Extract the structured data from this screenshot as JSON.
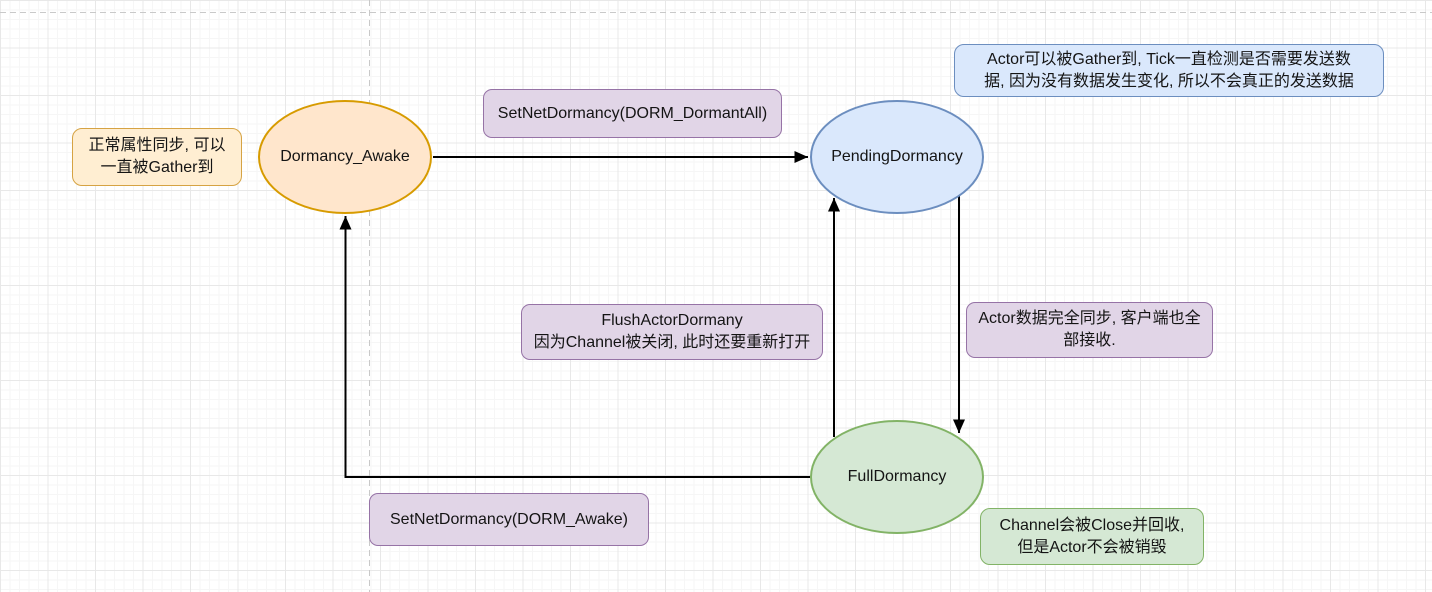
{
  "nodes": {
    "awake": {
      "label": "Dormancy_Awake",
      "fill": "#ffe6cc",
      "stroke": "#d79b00"
    },
    "pending": {
      "label": "PendingDormancy",
      "fill": "#dae8fc",
      "stroke": "#6c8ebf"
    },
    "full": {
      "label": "FullDormancy",
      "fill": "#d5e8d4",
      "stroke": "#82b366"
    }
  },
  "edges": {
    "awake_to_pending": {
      "label": "SetNetDormancy(DORM_DormantAll)"
    },
    "pending_to_full": {
      "label": "Actor数据完全同步, 客户端也全\n部接收."
    },
    "full_to_pending": {
      "label": "FlushActorDormany\n因为Channel被关闭, 此时还要重新打开"
    },
    "full_to_awake": {
      "label": "SetNetDormancy(DORM_Awake)"
    }
  },
  "notes": {
    "awake": {
      "text": "正常属性同步, 可以\n一直被Gather到",
      "fill": "#ffeed2",
      "stroke": "#d6a343"
    },
    "pending": {
      "text": "Actor可以被Gather到, Tick一直检测是否需要发送数\n据, 因为没有数据发生变化, 所以不会真正的发送数据",
      "fill": "#dae8fc",
      "stroke": "#6c8ebf"
    },
    "full": {
      "text": "Channel会被Close并回收,\n但是Actor不会被销毁",
      "fill": "#d5e8d4",
      "stroke": "#82b366"
    }
  },
  "style": {
    "edge_label_fill": "#e1d5e7",
    "edge_label_stroke": "#9673a6",
    "edge_color": "#000000",
    "grid_minor_color": "#f6f6f6",
    "grid_major_color": "#e8e8e8",
    "page_break_color": "#c9c9c9"
  }
}
